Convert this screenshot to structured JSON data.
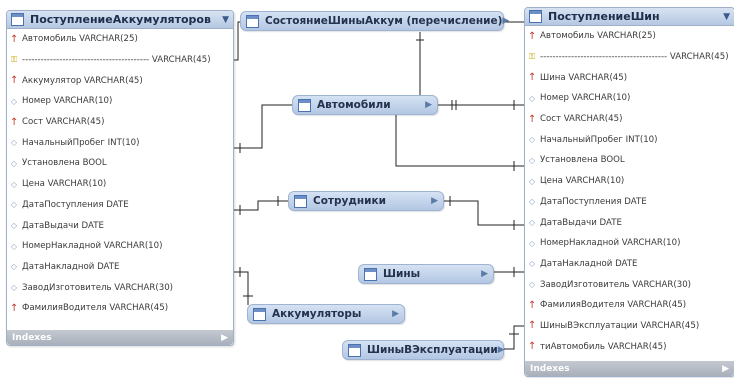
{
  "tables": {
    "left": {
      "name": "ПоступлениеАккумуляторов",
      "columns": [
        {
          "text": "Автомобиль VARCHAR(25)",
          "icon": "required-key-icon"
        },
        {
          "text": "----------------------------------------- VARCHAR(45)",
          "icon": "primary-key-icon"
        },
        {
          "text": "Аккумулятор VARCHAR(45)",
          "icon": "required-key-icon"
        },
        {
          "text": "Номер VARCHAR(10)",
          "icon": "diamond-icon"
        },
        {
          "text": "Сост VARCHAR(45)",
          "icon": "required-key-icon"
        },
        {
          "text": "НачальныйПробег INT(10)",
          "icon": "diamond-icon"
        },
        {
          "text": "Установлена BOOL",
          "icon": "diamond-icon"
        },
        {
          "text": "Цена VARCHAR(10)",
          "icon": "diamond-icon"
        },
        {
          "text": "ДатаПоступления DATE",
          "icon": "diamond-icon"
        },
        {
          "text": "ДатаВыдачи DATE",
          "icon": "diamond-icon"
        },
        {
          "text": "НомерНакладной VARCHAR(10)",
          "icon": "diamond-icon"
        },
        {
          "text": "ДатаНакладной DATE",
          "icon": "diamond-icon"
        },
        {
          "text": "ЗаводИзготовитель VARCHAR(30)",
          "icon": "diamond-icon"
        },
        {
          "text": "ФамилияВодителя VARCHAR(45)",
          "icon": "required-key-icon"
        }
      ],
      "indexes_label": "Indexes"
    },
    "right": {
      "name": "ПоступлениеШин",
      "columns": [
        {
          "text": "Автомобиль VARCHAR(25)",
          "icon": "required-key-icon"
        },
        {
          "text": "----------------------------------------- VARCHAR(45)",
          "icon": "primary-key-icon"
        },
        {
          "text": "Шина VARCHAR(45)",
          "icon": "required-key-icon"
        },
        {
          "text": "Номер VARCHAR(10)",
          "icon": "diamond-icon"
        },
        {
          "text": "Сост VARCHAR(45)",
          "icon": "required-key-icon"
        },
        {
          "text": "НачальныйПробег INT(10)",
          "icon": "diamond-icon"
        },
        {
          "text": "Установлена BOOL",
          "icon": "diamond-icon"
        },
        {
          "text": "Цена VARCHAR(10)",
          "icon": "diamond-icon"
        },
        {
          "text": "ДатаПоступления DATE",
          "icon": "diamond-icon"
        },
        {
          "text": "ДатаВыдачи DATE",
          "icon": "diamond-icon"
        },
        {
          "text": "НомерНакладной VARCHAR(10)",
          "icon": "diamond-icon"
        },
        {
          "text": "ДатаНакладной DATE",
          "icon": "diamond-icon"
        },
        {
          "text": "ЗаводИзготовитель VARCHAR(30)",
          "icon": "diamond-icon"
        },
        {
          "text": "ФамилияВодителя VARCHAR(45)",
          "icon": "required-key-icon"
        },
        {
          "text": "ШиныВЭксплуатации VARCHAR(45)",
          "icon": "required-key-icon"
        },
        {
          "text": "тиАвтомобиль VARCHAR(45)",
          "icon": "required-key-icon"
        }
      ],
      "indexes_label": "Indexes"
    }
  },
  "entities": {
    "sostoyanie": "СостояниеШиныАккум (перечисление)",
    "avtomobili": "Автомобили",
    "sotrudniki": "Сотрудники",
    "shiny": "Шины",
    "akkumulyatory": "Аккумуляторы",
    "shiny_expl": "ШиныВЭксплуатации"
  },
  "colors": {
    "header_gradient_top": "#d7e3f2",
    "header_gradient_bottom": "#b5c8e2",
    "entity_fill": "#c4d5ec",
    "connector_line": "#222222",
    "indexes_bar": "#b3b9c3"
  }
}
